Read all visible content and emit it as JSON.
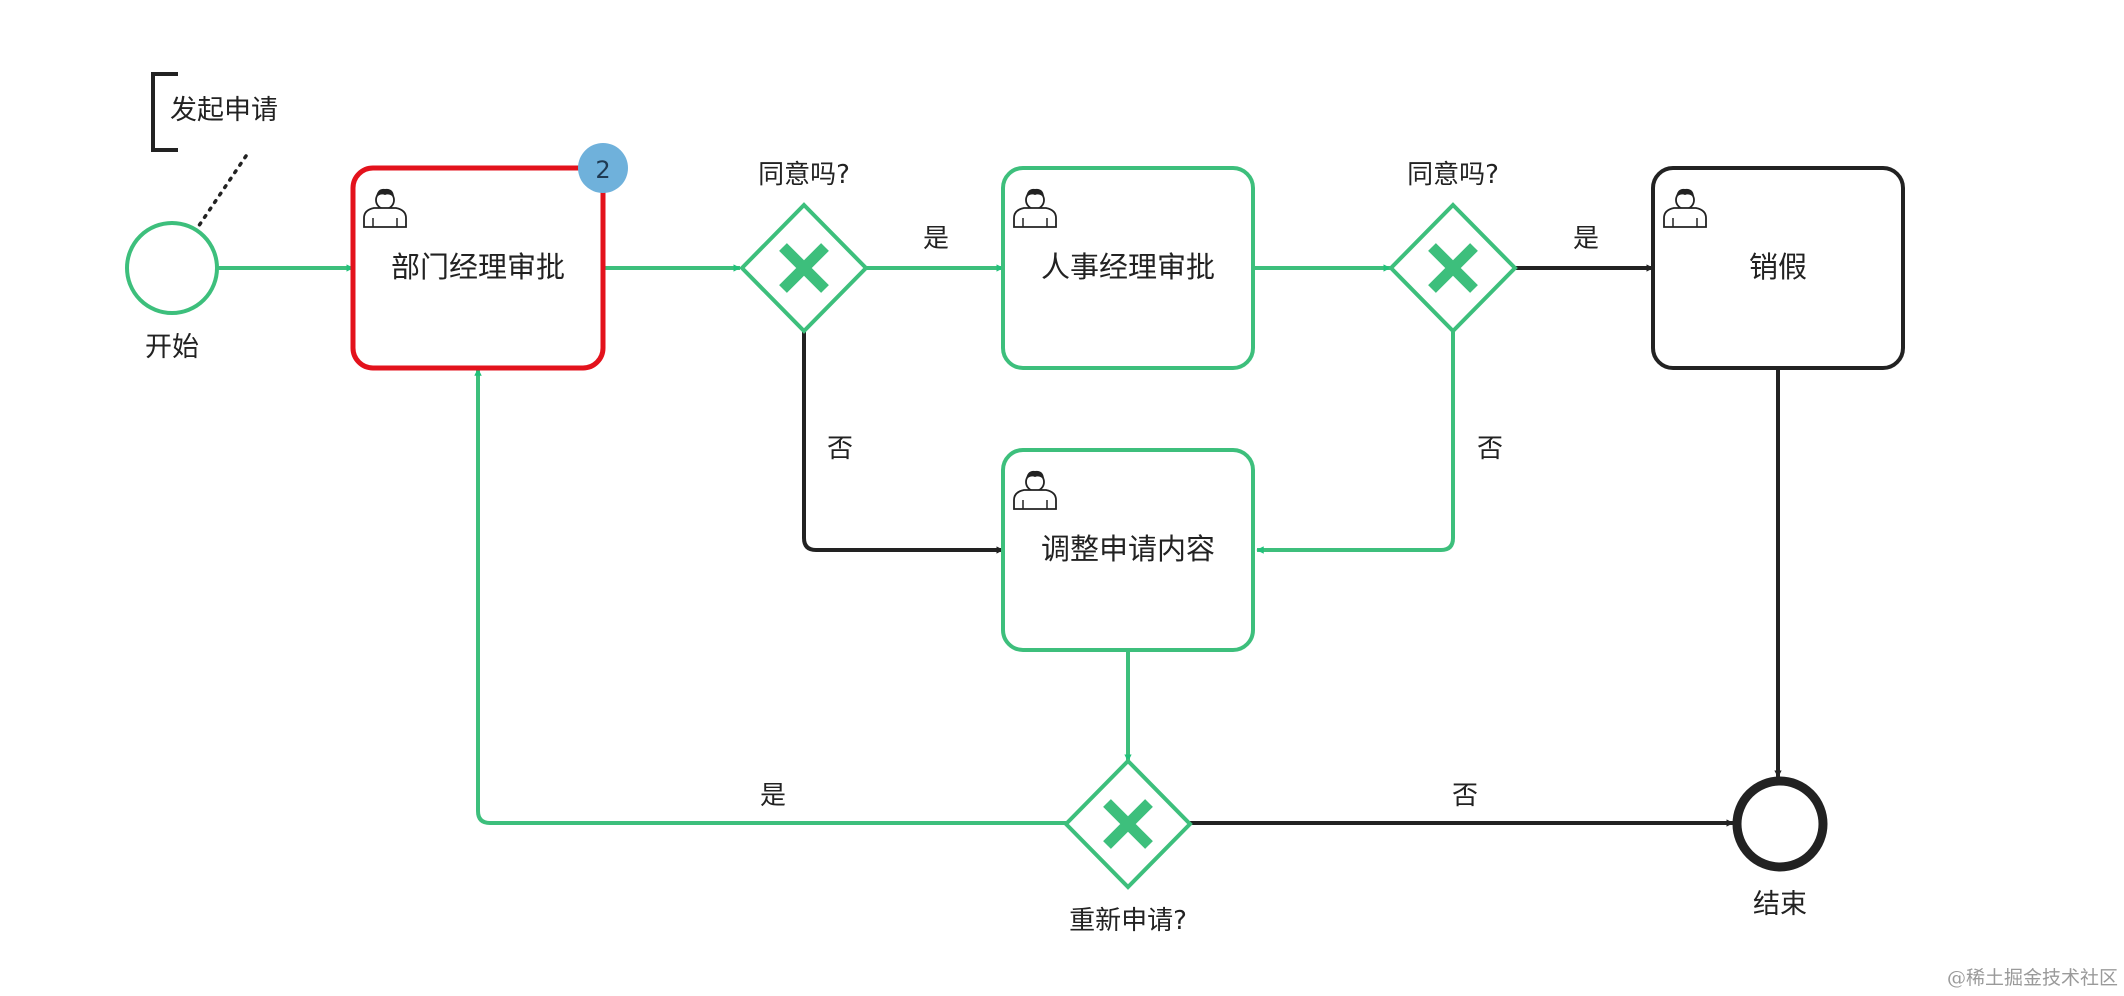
{
  "colors": {
    "green": "#3dbf7c",
    "black": "#222222",
    "red": "#e3121c",
    "badge": "#6fb1db"
  },
  "annotation": {
    "text": "发起申请"
  },
  "events": {
    "start": {
      "label": "开始"
    },
    "end": {
      "label": "结束"
    }
  },
  "tasks": {
    "dept": {
      "label": "部门经理审批",
      "icon": "user-icon",
      "badge": "2",
      "status": "active"
    },
    "hr": {
      "label": "人事经理审批",
      "icon": "user-icon"
    },
    "adjust": {
      "label": "调整申请内容",
      "icon": "user-icon"
    },
    "cancel": {
      "label": "销假",
      "icon": "user-icon"
    }
  },
  "gateways": {
    "g1": {
      "label": "同意吗?",
      "icon": "x-icon"
    },
    "g2": {
      "label": "同意吗?",
      "icon": "x-icon"
    },
    "g3": {
      "label": "重新申请?",
      "icon": "x-icon"
    }
  },
  "edges": {
    "g1_yes": "是",
    "g1_no": "否",
    "g2_yes": "是",
    "g2_no": "否",
    "g3_yes": "是",
    "g3_no": "否"
  },
  "watermark": "@稀土掘金技术社区"
}
